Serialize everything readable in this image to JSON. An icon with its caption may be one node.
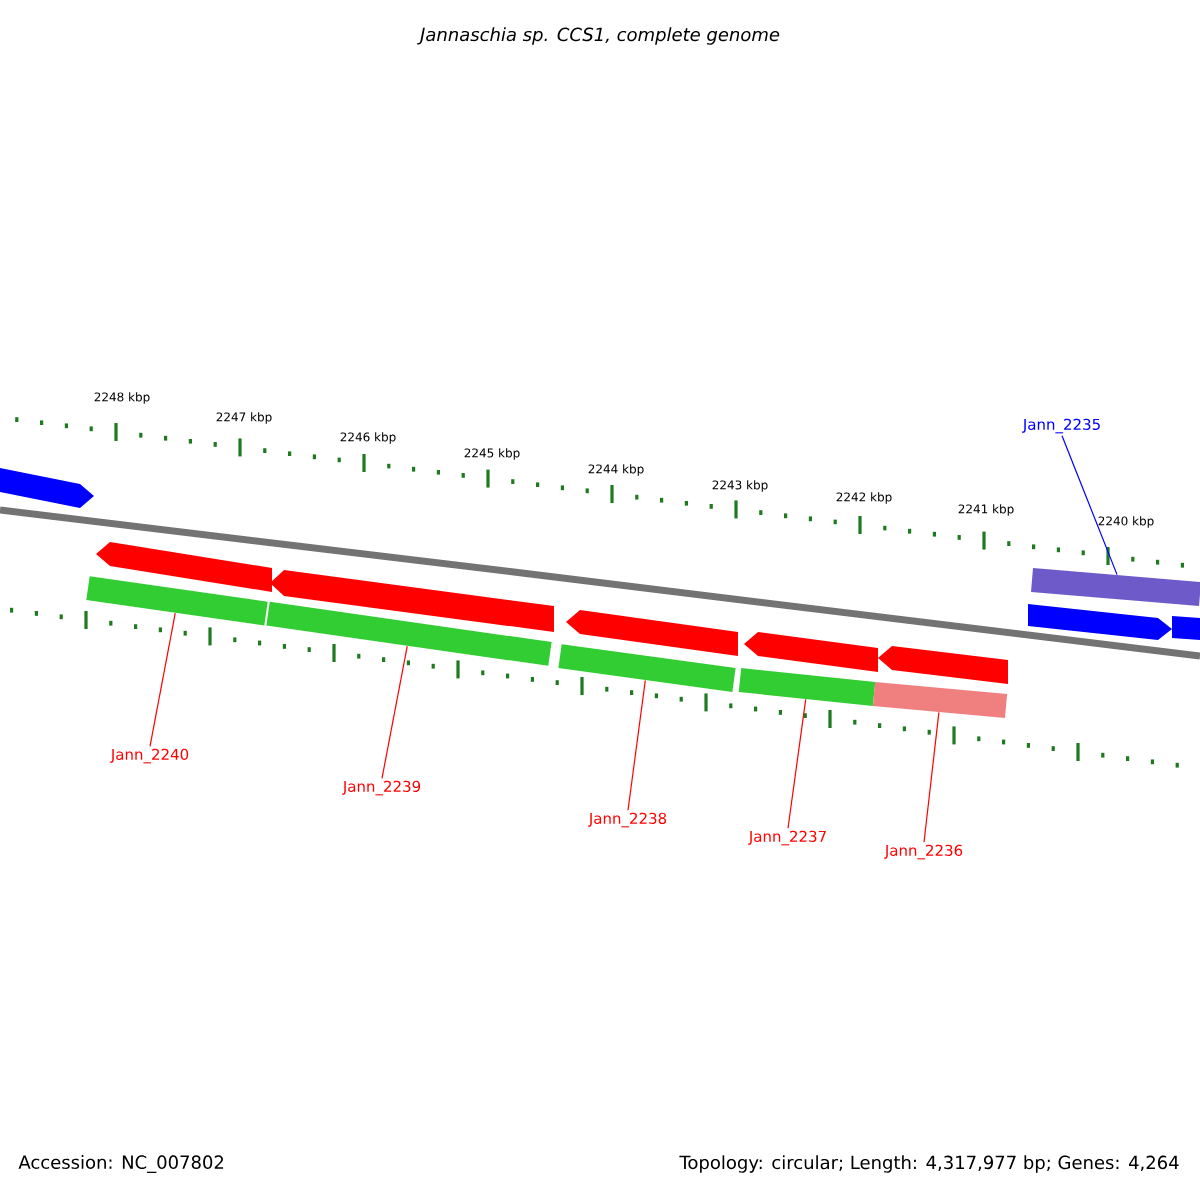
{
  "diagram": {
    "title": "Jannaschia sp. CCS1, complete genome",
    "nodes": [
      {
        "text": [
          "Jann_2235"
        ]
      },
      {
        "text": [
          "Jann_2240"
        ]
      },
      {
        "text": [
          "Jann_2239"
        ]
      },
      {
        "text": [
          "Jann_2238"
        ]
      },
      {
        "text": [
          "Jann_2237"
        ]
      },
      {
        "text": [
          "Jann_2236"
        ]
      },
      {
        "text": [],
        "shape": "bar"
      },
      {
        "text": [],
        "shape": "bar"
      },
      {
        "text": [],
        "shape": "bar"
      },
      {
        "text": [],
        "shape": "bar"
      },
      {
        "text": [],
        "shape": "bar"
      },
      {
        "text": [],
        "shape": "bar"
      },
      {
        "text": [],
        "shape": "arrow"
      },
      {
        "text": [],
        "shape": "arrow"
      },
      {
        "text": [],
        "shape": "arrow"
      },
      {
        "text": [],
        "shape": "arrow"
      },
      {
        "text": [],
        "shape": "arrow"
      },
      {
        "text": [],
        "shape": "arrow"
      },
      {
        "text": [],
        "shape": "arrow"
      },
      {
        "text": [],
        "shape": "arrow"
      }
    ],
    "edges": [
      {
        "from": 0,
        "to": 11,
        "arrow": "none",
        "color": "#0000ff"
      },
      {
        "from": 1,
        "to": 6,
        "arrow": "none"
      },
      {
        "from": 2,
        "to": 7,
        "arrow": "none"
      },
      {
        "from": 3,
        "to": 8,
        "arrow": "none"
      },
      {
        "from": 4,
        "to": 9,
        "arrow": "none"
      },
      {
        "from": 5,
        "to": 10,
        "arrow": "none"
      }
    ],
    "labels": [
      "2248 kbp",
      "2247 kbp",
      "2246 kbp",
      "2245 kbp",
      "2244 kbp",
      "2243 kbp",
      "2242 kbp",
      "2241 kbp",
      "2240 kbp",
      "Accession: NC_007802",
      "Topology: circular; Length: 4,317,977 bp; Genes: 4,264"
    ]
  }
}
